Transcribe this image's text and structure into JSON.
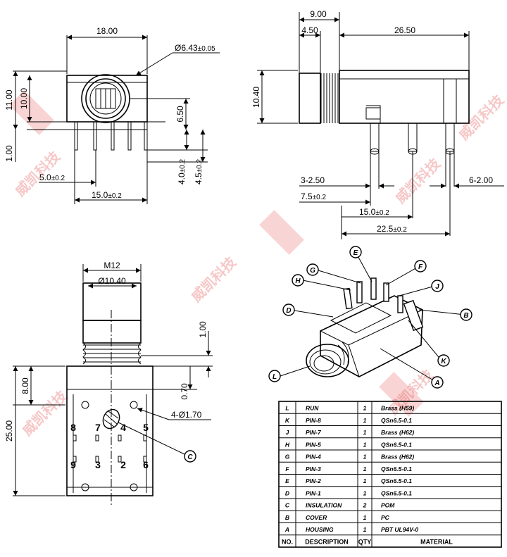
{
  "front_view": {
    "width": "18.00",
    "hole_dia": "Ø6.43",
    "hole_tol": "±0.05",
    "h_total": "11.00",
    "h_body": "10.00",
    "h_center": "6.50",
    "h_base": "1.00",
    "pin_off": "5.0",
    "pin_off_tol": "±0.2",
    "pin_span": "15.0",
    "pin_span_tol": "±0.2",
    "pin_len1": "4.0",
    "pin_len1_tol": "±0.2",
    "pin_len2": "4.5",
    "pin_len2_tol": "±0.2"
  },
  "side_view": {
    "front_len": "9.00",
    "nut_len": "4.50",
    "body_len": "26.50",
    "height": "10.40",
    "pin_w1": "3-2.50",
    "pin_off1": "7.5",
    "pin_off1_tol": "±0.2",
    "pin_w2": "6-2.00",
    "pin_span2": "15.0",
    "pin_span2_tol": "±0.2",
    "pin_span3": "22.5",
    "pin_span3_tol": "±0.2"
  },
  "bottom_view": {
    "thread": "M12",
    "thread_dia": "Ø10.40",
    "nut_gap": "1.00",
    "hole_spec": "4-Ø1.70",
    "gap2": "0.70",
    "total_len": "25.00",
    "sub_len": "8.00",
    "callout_c": "C",
    "pin_numbers": [
      "8",
      "7",
      "4",
      "5",
      "9",
      "3",
      "2",
      "6"
    ]
  },
  "iso_callouts": [
    "E",
    "F",
    "G",
    "H",
    "J",
    "D",
    "B",
    "K",
    "L",
    "A"
  ],
  "watermark": [
    "威凯科技",
    "威凯科技",
    "威凯科技",
    "威凯科技",
    "威凯科技",
    "威凯科技"
  ],
  "bom": {
    "header": [
      "NO.",
      "DESCRIPTION",
      "QTY",
      "MATERIAL"
    ],
    "rows": [
      [
        "L",
        "RUN",
        "1",
        "Brass (H59)"
      ],
      [
        "K",
        "PIN-8",
        "1",
        "QSn6.5-0.1"
      ],
      [
        "J",
        "PIN-7",
        "1",
        "Brass (H62)"
      ],
      [
        "H",
        "PIN-5",
        "1",
        "QSn6.5-0.1"
      ],
      [
        "G",
        "PIN-4",
        "1",
        "Brass (H62)"
      ],
      [
        "F",
        "PIN-3",
        "1",
        "QSn6.5-0.1"
      ],
      [
        "E",
        "PIN-2",
        "1",
        "QSn6.5-0.1"
      ],
      [
        "D",
        "PIN-1",
        "1",
        "QSn6.5-0.1"
      ],
      [
        "C",
        "INSULATION",
        "2",
        "POM"
      ],
      [
        "B",
        "COVER",
        "1",
        "PC"
      ],
      [
        "A",
        "HOUSING",
        "1",
        "PBT UL94V-0"
      ]
    ]
  }
}
